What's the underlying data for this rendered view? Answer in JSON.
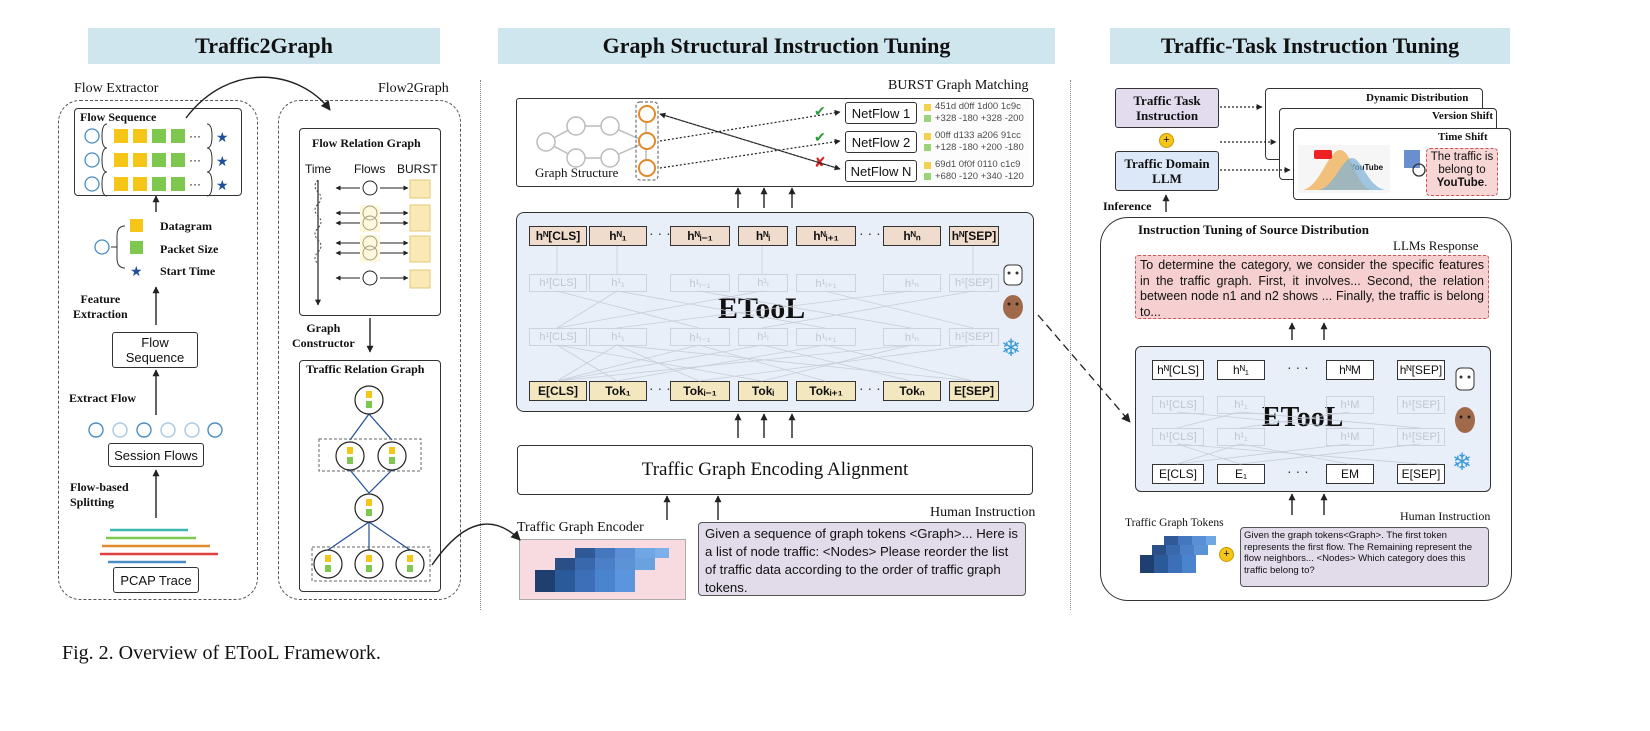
{
  "headers": {
    "left": "Traffic2Graph",
    "middle": "Graph Structural Instruction Tuning",
    "right": "Traffic-Task Instruction Tuning"
  },
  "left": {
    "flow_extractor": "Flow Extractor",
    "flow2graph": "Flow2Graph",
    "flow_sequence_title": "Flow Sequence",
    "legend": [
      "Datagram",
      "Packet Size",
      "Start Time"
    ],
    "feature_extraction": "Feature\nExtraction",
    "flow_sequence_box": "Flow\nSequence",
    "extract_flow": "Extract Flow",
    "session_flows": "Session Flows",
    "flow_based_splitting": "Flow-based\nSplitting",
    "pcap_trace": "PCAP Trace",
    "flow_relation_graph": "Flow Relation Graph",
    "frg_columns": [
      "Time",
      "Flows",
      "BURST"
    ],
    "graph_constructor": "Graph\nConstructor",
    "traffic_relation_graph": "Traffic Relation Graph"
  },
  "middle": {
    "burst_matching": "BURST Graph Matching",
    "graph_structure": "Graph Structure",
    "netflows": [
      {
        "name": "NetFlow 1",
        "line1": "451d d0ff 1d00 1c9c",
        "line2": "+328 -180 +328 -200",
        "mark": "✔"
      },
      {
        "name": "NetFlow 2",
        "line1": "00ff d133 a206 91cc",
        "line2": "+128 -180 +200 -180",
        "mark": "✔"
      },
      {
        "name": "NetFlow N",
        "line1": "69d1 0f0f 0110 c1c9",
        "line2": "+680 -120 +340 -120",
        "mark": "✘"
      }
    ],
    "top_tokens": [
      "h",
      "h",
      "h",
      "h",
      "h",
      "h",
      "h"
    ],
    "top_token_labels": [
      "hᴺ[CLS]",
      "hᴺ₁",
      "hᴺᵢ₋₁",
      "hᴺᵢ",
      "hᴺᵢ₊₁",
      "hᴺₙ",
      "hᴺ[SEP]"
    ],
    "ghost_row1": [
      "h¹[CLS]",
      "h¹₁",
      "h¹ᵢ₋₁",
      "h¹ᵢ",
      "h¹ᵢ₊₁",
      "h¹ₙ",
      "h¹[SEP]"
    ],
    "ghost_row2": [
      "h¹[CLS]",
      "h¹₁",
      "h¹ᵢ₋₁",
      "h¹ᵢ",
      "h¹ᵢ₊₁",
      "h¹ₙ",
      "h¹[SEP]"
    ],
    "bottom_tokens": [
      "E[CLS]",
      "Tok₁",
      "Tokᵢ₋₁",
      "Tokᵢ",
      "Tokᵢ₊₁",
      "Tokₙ",
      "E[SEP]"
    ],
    "model_name": "ETooL",
    "encoding_alignment": "Traffic Graph Encoding Alignment",
    "traffic_graph_encoder": "Traffic Graph Encoder",
    "human_instruction": "Human Instruction",
    "instruction_text": "Given a sequence of graph tokens <Graph>... Here is a list of node traffic: <Nodes> Please reorder the list of traffic data according to the order of traffic graph tokens."
  },
  "right": {
    "traffic_task_instruction": "Traffic Task\nInstruction",
    "traffic_domain_llm": "Traffic Domain\nLLM",
    "plus": "+",
    "shifts": [
      "Dynamic Distribution",
      "Version Shift",
      "Time Shift"
    ],
    "youtube_text": "The traffic is belong to",
    "youtube_bold": "YouTube",
    "youtube_logo": "YouTube",
    "inference": "Inference",
    "source_tuning": "Instruction Tuning of Source Distribution",
    "llm_response": "LLMs Response",
    "response_text": "To determine the category, we consider the specific features in the traffic graph. First, it involves... Second, the relation between node n1 and n2 shows ... Finally, the traffic is belong to...",
    "model_name": "ETooL",
    "top_tokens": [
      "hᴺ[CLS]",
      "hᴺ₁",
      "hᴺM",
      "hᴺ[SEP]"
    ],
    "ghost_row1": [
      "h¹[CLS]",
      "h¹₁",
      "h¹M",
      "h¹[SEP]"
    ],
    "ghost_row2": [
      "h¹[CLS]",
      "h¹₁",
      "h¹M",
      "h¹[SEP]"
    ],
    "bottom_tokens": [
      "E[CLS]",
      "E₁",
      "EM",
      "E[SEP]"
    ],
    "traffic_graph_tokens": "Traffic Graph Tokens",
    "human_instruction": "Human Instruction",
    "instruction_text": "Given the graph tokens<Graph>. The first token represents the first flow. The Remaining represent the flow neighbors... <Nodes> Which category does this traffic belong to?"
  },
  "caption": "Fig. 2.  Overview of ETooL Framework.",
  "colors": {
    "header_bg": "#cfe6ee",
    "datagram": "#f5c518",
    "packet_size": "#7ec850",
    "start_time": "#1f4e9a",
    "etool_panel": "#e9eff8",
    "response_bg": "#f6d0d0",
    "instruction_bg": "#e2dcea",
    "llm_box": "#dce8f7",
    "task_box": "#e3dcef",
    "orange": "#e08a2a"
  }
}
